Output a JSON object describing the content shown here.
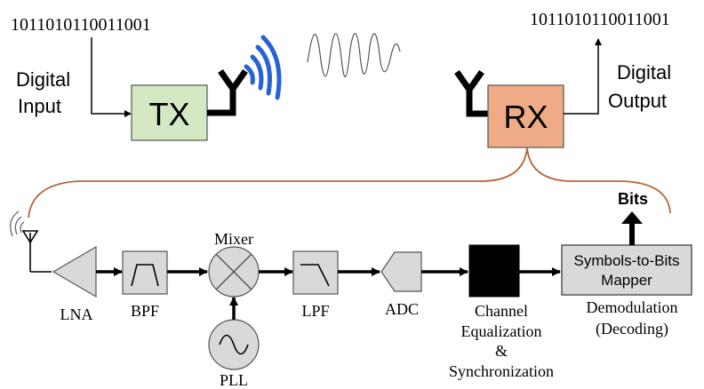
{
  "top": {
    "input_bits": "1011010110011001",
    "output_bits": "1011010110011001",
    "digital_input_line1": "Digital",
    "digital_input_line2": "Input",
    "digital_output_line1": "Digital",
    "digital_output_line2": "Output",
    "tx_label": "TX",
    "rx_label": "RX"
  },
  "receiver_chain": {
    "lna": "LNA",
    "bpf": "BPF",
    "mixer": "Mixer",
    "pll": "PLL",
    "lpf": "LPF",
    "adc": "ADC",
    "channel_line1": "Channel",
    "channel_line2": "Equalization",
    "channel_line3": "&",
    "channel_line4": "Synchronization",
    "mapper_line1": "Symbols-to-Bits",
    "mapper_line2": "Mapper",
    "demod_line1": "Demodulation",
    "demod_line2": "(Decoding)",
    "bits": "Bits"
  },
  "colors": {
    "tx_fill": "#d5e8c4",
    "rx_fill": "#efab86",
    "block_fill": "#d9d9d9",
    "bracket": "#b5673b",
    "wifi_blue": "#2962d4",
    "ink": "#000000"
  }
}
